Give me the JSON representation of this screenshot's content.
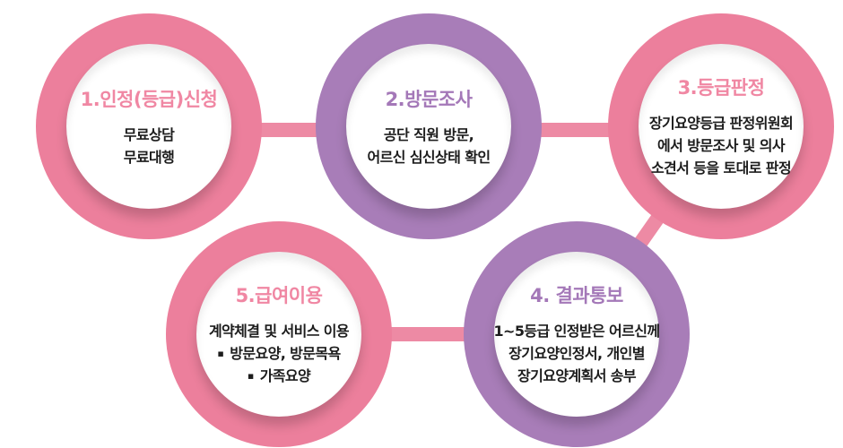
{
  "colors": {
    "pink": "#ec7f9c",
    "purple": "#a87db8",
    "pink_title": "#f087a3",
    "purple_title": "#a478b8",
    "connector_pink": "#ed8aa4",
    "body_text": "#1c1c1c",
    "background": "#ffffff"
  },
  "glyphs": {
    "bullet": "▪"
  },
  "steps": [
    {
      "title": "1.인정(등급)신청",
      "accent": "pink",
      "lines": [
        "무료상담",
        "무료대행"
      ]
    },
    {
      "title": "2.방문조사",
      "accent": "purple",
      "lines": [
        "공단 직원 방문,",
        "어르신 심신상태 확인"
      ]
    },
    {
      "title": "3.등급판정",
      "accent": "pink",
      "lines": [
        "장기요양등급 판정위원회",
        "에서 방문조사 및 의사",
        "소견서 등을 토대로 판정"
      ]
    },
    {
      "title": "4. 결과통보",
      "accent": "purple",
      "lines": [
        "1~5등급 인정받은 어르신께",
        "장기요양인정서, 개인별",
        "장기요양계획서 송부"
      ]
    },
    {
      "title": "5.급여이용",
      "accent": "pink",
      "lead": "계약체결 및 서비스 이용",
      "bullets": [
        "방문요양, 방문목욕",
        "가족요양"
      ]
    }
  ]
}
